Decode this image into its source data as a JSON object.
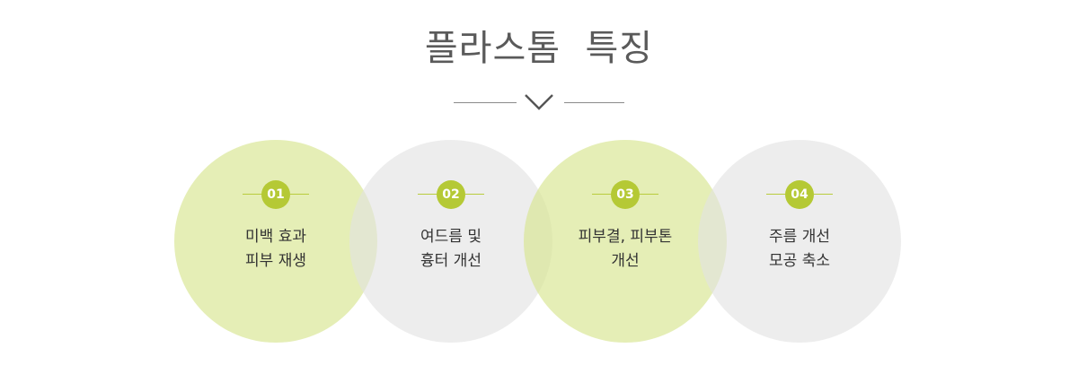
{
  "section": {
    "title": "플라스톰  특징"
  },
  "features": [
    {
      "number": "01",
      "line1": "미백 효과",
      "line2": "피부 재생"
    },
    {
      "number": "02",
      "line1": "여드름 및",
      "line2": "흉터 개선"
    },
    {
      "number": "03",
      "line1": "피부결, 피부톤",
      "line2": "개선"
    },
    {
      "number": "04",
      "line1": "주름 개선",
      "line2": "모공 축소"
    }
  ],
  "colors": {
    "accent": "#b5c935",
    "green_circle": "#e4edb0",
    "gray_circle": "#eeeeee",
    "title_text": "#5a5a5a"
  },
  "icons": {
    "divider": "chevron-down-icon"
  }
}
